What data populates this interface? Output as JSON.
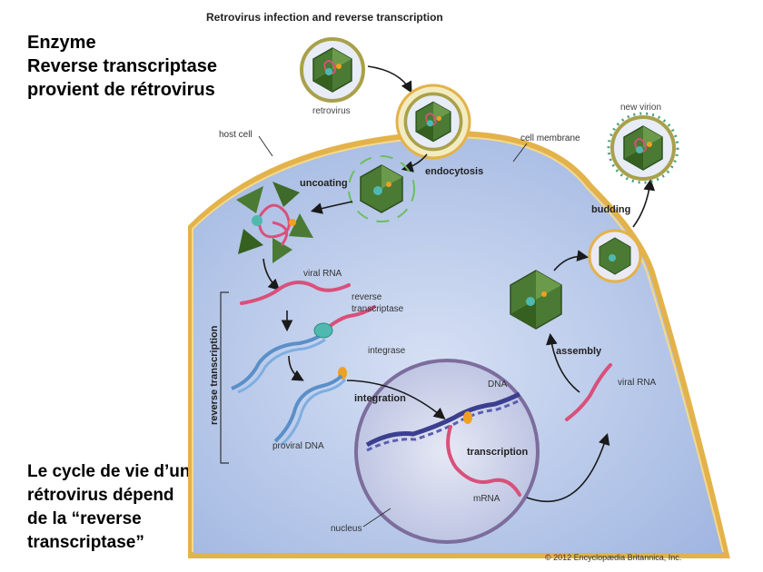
{
  "slide": {
    "heading_lines": [
      "Enzyme",
      "Reverse transcriptase",
      "provient de rétrovirus"
    ],
    "caption_lines": [
      "Le cycle de vie d’un",
      "rétrovirus dépend",
      "de la “reverse",
      "transcriptase”"
    ]
  },
  "diagram": {
    "title": "Retrovirus infection and reverse transcription",
    "labels": {
      "retrovirus": "retrovirus",
      "host_cell": "host cell",
      "cell_membrane": "cell membrane",
      "new_virion": "new virion",
      "endocytosis": "endocytosis",
      "uncoating": "uncoating",
      "budding": "budding",
      "viral_rna_top": "viral RNA",
      "reverse_transcriptase_1": "reverse",
      "reverse_transcriptase_2": "transcriptase",
      "integrase": "integrase",
      "reverse_transcription": "reverse transcription",
      "integration": "integration",
      "dna": "DNA",
      "proviral_dna": "proviral DNA",
      "transcription": "transcription",
      "mrna": "mRNA",
      "assembly": "assembly",
      "viral_rna_right": "viral RNA",
      "nucleus": "nucleus",
      "copyright": "© 2012 Encyclopædia Britannica, Inc."
    },
    "colors": {
      "cytoplasm": "#b9c9ea",
      "membrane": "#e8b84a",
      "capsid": "#3f6b2e",
      "rna": "#d9507a",
      "dna_blue": "#5b8fc8",
      "dna_dark": "#3b3f8f",
      "enzyme": "#4fb9b0",
      "integrase": "#f0a020"
    }
  }
}
